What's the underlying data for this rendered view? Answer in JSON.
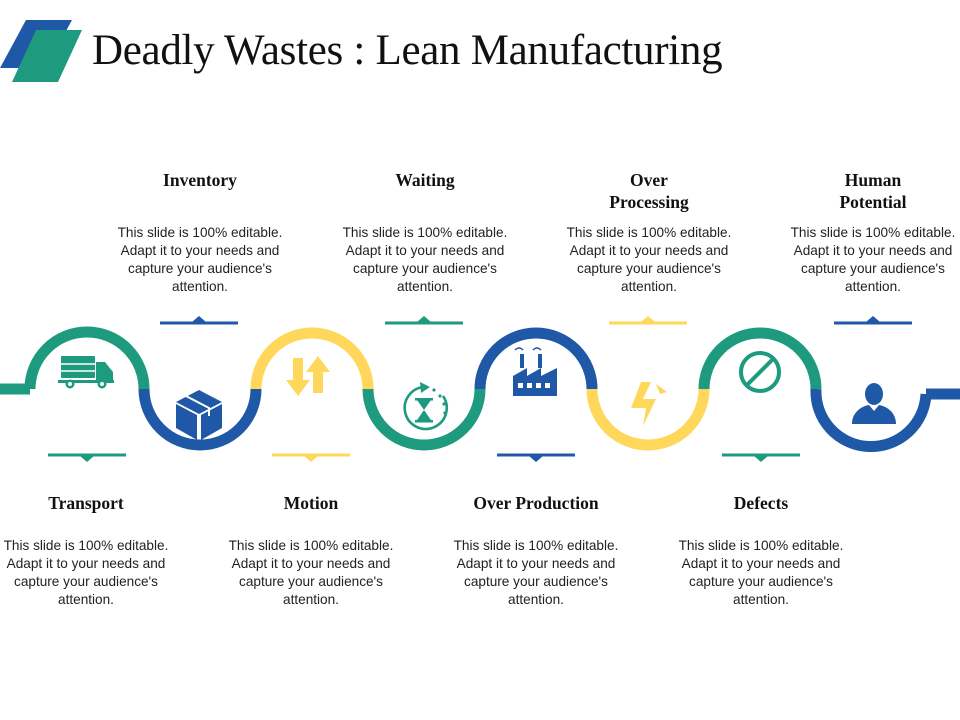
{
  "slide": {
    "title": "Deadly Wastes : Lean Manufacturing"
  },
  "colors": {
    "green": "#1e9b7f",
    "blue": "#1f58a6",
    "yellow": "#ffd75a",
    "text": "#111111"
  },
  "steps": [
    {
      "title": "Transport",
      "desc": "This slide is 100% editable. Adapt it to your needs and capture your audience's attention.",
      "icon": "truck-icon",
      "color": "green"
    },
    {
      "title": "Inventory",
      "desc": "This slide is 100% editable. Adapt it to your needs and capture your audience's attention.",
      "icon": "box-icon",
      "color": "blue"
    },
    {
      "title": "Motion",
      "desc": "This slide is 100% editable. Adapt it to your needs and capture your audience's attention.",
      "icon": "up-down-arrows-icon",
      "color": "yellow"
    },
    {
      "title": "Waiting",
      "desc": "This slide is 100% editable. Adapt it to your needs and capture your audience's attention.",
      "icon": "hourglass-cycle-icon",
      "color": "green"
    },
    {
      "title": "Over Production",
      "desc": "This slide is 100% editable. Adapt it to your needs and capture your audience's attention.",
      "icon": "factory-icon",
      "color": "blue"
    },
    {
      "title": "Over\nProcessing",
      "desc": "This slide is 100% editable. Adapt it to your needs and capture your audience's attention.",
      "icon": "lightning-icon",
      "color": "yellow"
    },
    {
      "title": "Defects",
      "desc": "This slide is 100% editable. Adapt it to your needs and capture your audience's attention.",
      "icon": "prohibited-icon",
      "color": "green"
    },
    {
      "title": "Human\nPotential",
      "desc": "This slide is 100% editable. Adapt it to your needs and capture your audience's attention.",
      "icon": "person-icon",
      "color": "blue"
    }
  ]
}
